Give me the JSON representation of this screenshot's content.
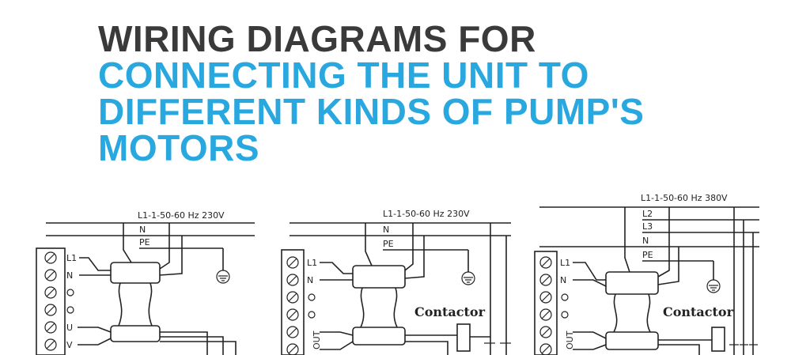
{
  "heading": {
    "line1": "WIRING DIAGRAMS FOR",
    "line2": "CONNECTING THE UNIT TO",
    "line3": "DIFFERENT KINDS OF PUMP'S",
    "line4": "MOTORS",
    "color_dark": "#3a3a3a",
    "color_accent": "#29a8e0"
  },
  "diagrams": [
    {
      "supply": "L1-1-50-60 Hz 230V",
      "lines": [
        "N",
        "PE"
      ],
      "terminals": [
        "L1",
        "N",
        "U",
        "V"
      ],
      "contactor": ""
    },
    {
      "supply": "L1-1-50-60 Hz 230V",
      "lines": [
        "N",
        "PE"
      ],
      "terminals": [
        "L1",
        "N",
        "OUT"
      ],
      "contactor": "Contactor"
    },
    {
      "supply": "L1-1-50-60 Hz  380V",
      "lines": [
        "L2",
        "L3",
        "N",
        "PE"
      ],
      "terminals": [
        "L1",
        "N",
        "OUT"
      ],
      "contactor": "Contactor"
    }
  ]
}
